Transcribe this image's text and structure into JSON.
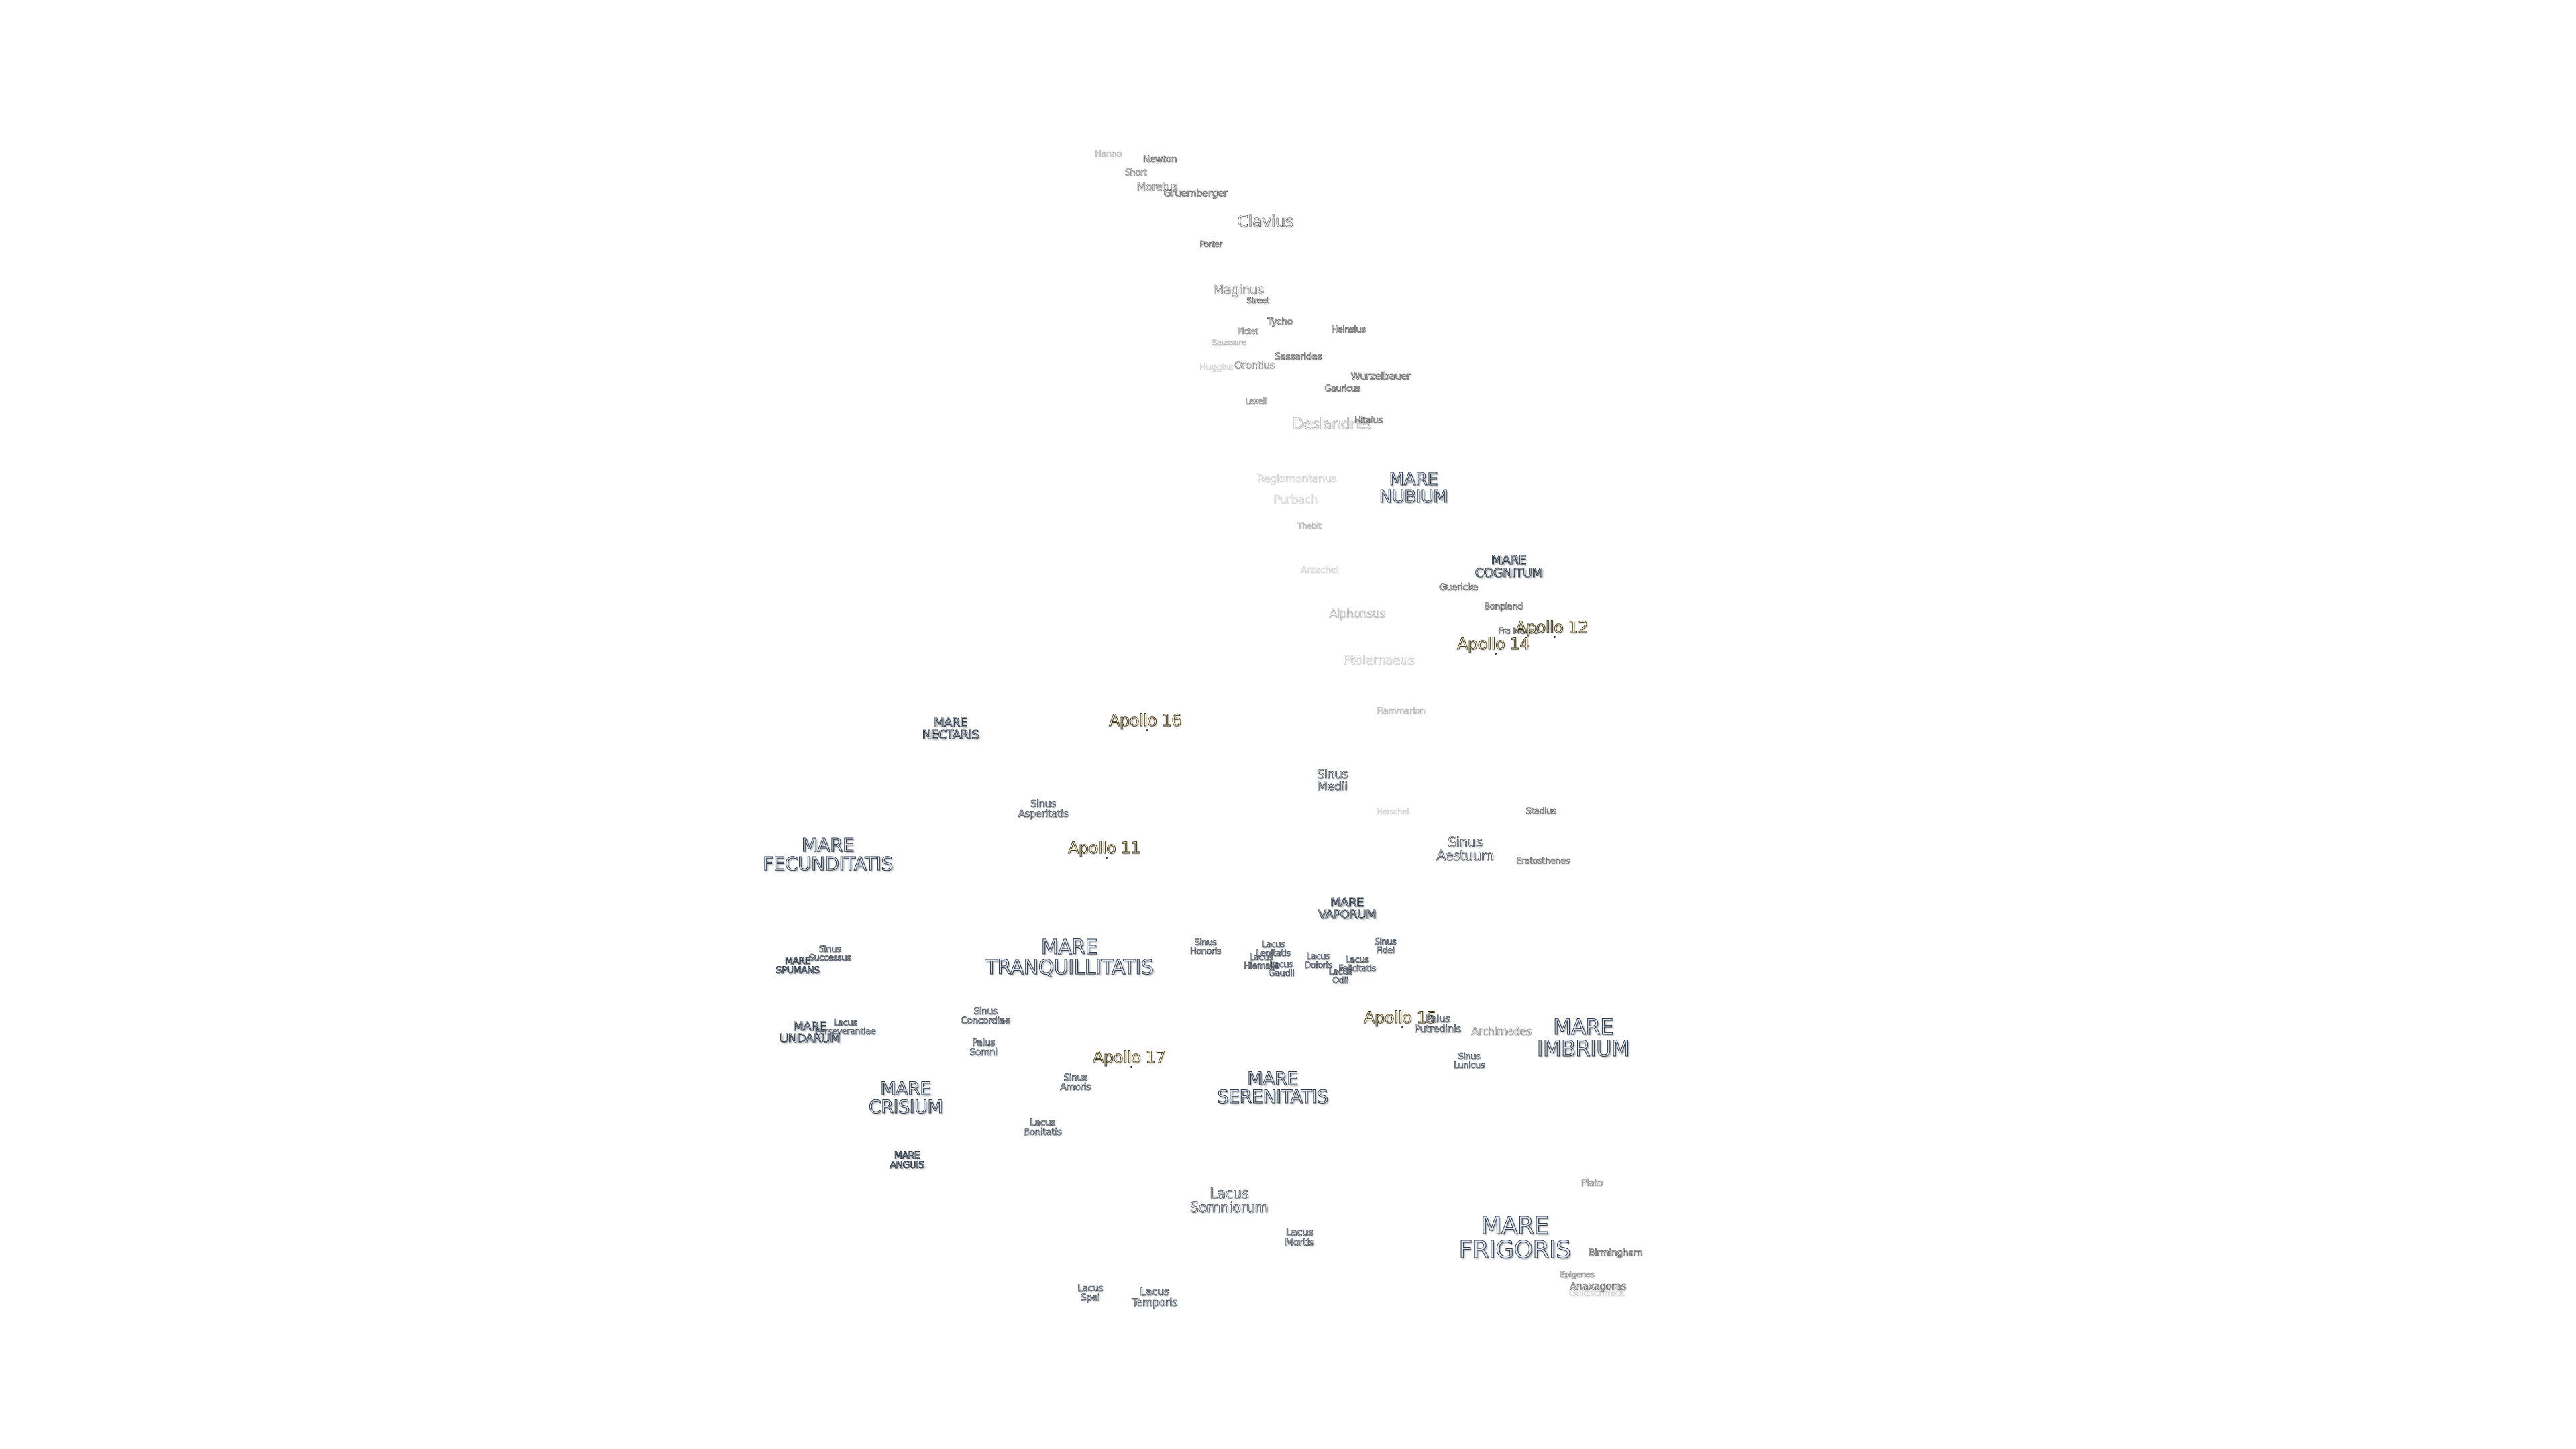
{
  "labels": {
    "mare_nubium": "MARE\nNUBIUM",
    "mare_cognitum": "MARE\nCOGNITUM",
    "mare_nectaris": "MARE\nNECTARIS",
    "mare_fecunditatis": "MARE\nFECUNDITATIS",
    "mare_tranquillitatis": "MARE\nTRANQUILLITATIS",
    "mare_vaporum": "MARE\nVAPORUM",
    "mare_imbrium": "MARE\nIMBRIUM",
    "mare_serenitatis": "MARE\nSERENITATIS",
    "mare_crisium": "MARE\nCRISIUM",
    "mare_spumans": "MARE\nSPUMANS",
    "mare_undarum": "MARE\nUNDARUM",
    "mare_anguis": "MARE\nANGUIS",
    "mare_frigoris": "MARE\nFRIGORIS",
    "sinus_medii": "Sinus\nMedii",
    "sinus_aestuum": "Sinus\nAestuum",
    "sinus_asperitatis": "Sinus\nAsperitatis",
    "sinus_successus": "Sinus\nSuccessus",
    "sinus_concordiae": "Sinus\nConcordiae",
    "palus_somni": "Palus\nSomni",
    "sinus_amoris": "Sinus\nAmoris",
    "lacus_bonitatis": "Lacus\nBonitatis",
    "lacus_perseverantiae": "Lacus\nPerseverantiae",
    "sinus_honoris": "Sinus\nHonoris",
    "lacus_lenitatis": "Lacus\nLenitatis",
    "lacus_hiemalis": "Lacus\nHiemalis",
    "lacus_gaudii": "Lacus\nGaudii",
    "lacus_doloris": "Lacus\nDoloris",
    "lacus_felicitatis": "Lacus\nFelicitatis",
    "lacus_odii": "Lacus\nOdii",
    "sinus_fidei": "Sinus\nFidei",
    "palus_putredinis": "Palus\nPutredinis",
    "sinus_lunicus": "Sinus\nLunicus",
    "lacus_somniorum": "Lacus\nSomniorum",
    "lacus_mortis": "Lacus\nMortis",
    "lacus_spei": "Lacus\nSpei",
    "lacus_temporis": "Lacus\nTemporis",
    "apollo_16": "Apollo 16",
    "apollo_11": "Apollo 11",
    "apollo_17": "Apollo 17",
    "apollo_15": "Apollo 15",
    "apollo_14": "Apollo 14",
    "apollo_12": "Apollo 12",
    "hanno": "Hanno",
    "newton": "Newton",
    "short": "Short",
    "moretus": "Moretus",
    "gruemberger": "Gruemberger",
    "clavius": "Clavius",
    "porter": "Porter",
    "maginus": "Maginus",
    "street": "Street",
    "tycho": "Tycho",
    "heinsius": "Heinsius",
    "pictet": "Pictet",
    "saussure": "Saussure",
    "sasserides": "Sasserides",
    "orontius": "Orontius",
    "huggins": "Huggins",
    "wurzelbauer": "Wurzelbauer",
    "gauricus": "Gauricus",
    "lexell": "Lexell",
    "deslandres": "Deslandres",
    "hitalus": "Hitalus",
    "regiomontanus": "Regiomontanus",
    "purbach": "Purbach",
    "thebit": "Thebit",
    "arzachel": "Arzachel",
    "guericke": "Guericke",
    "bonpland": "Bonpland",
    "fra_mauro": "Fra Mauro",
    "alphonsus": "Alphonsus",
    "ptolemaeus": "Ptolemaeus",
    "flammarion": "Flammarion",
    "herschel": "Herschel",
    "stadius": "Stadius",
    "eratosthenes": "Eratosthenes",
    "archimedes": "Archimedes",
    "plato": "Plato",
    "birmingham": "Birmingham",
    "epigenes": "Epigenes",
    "anaxagoras": "Anaxagoras",
    "goldschmidt": "Goldschmidt"
  }
}
